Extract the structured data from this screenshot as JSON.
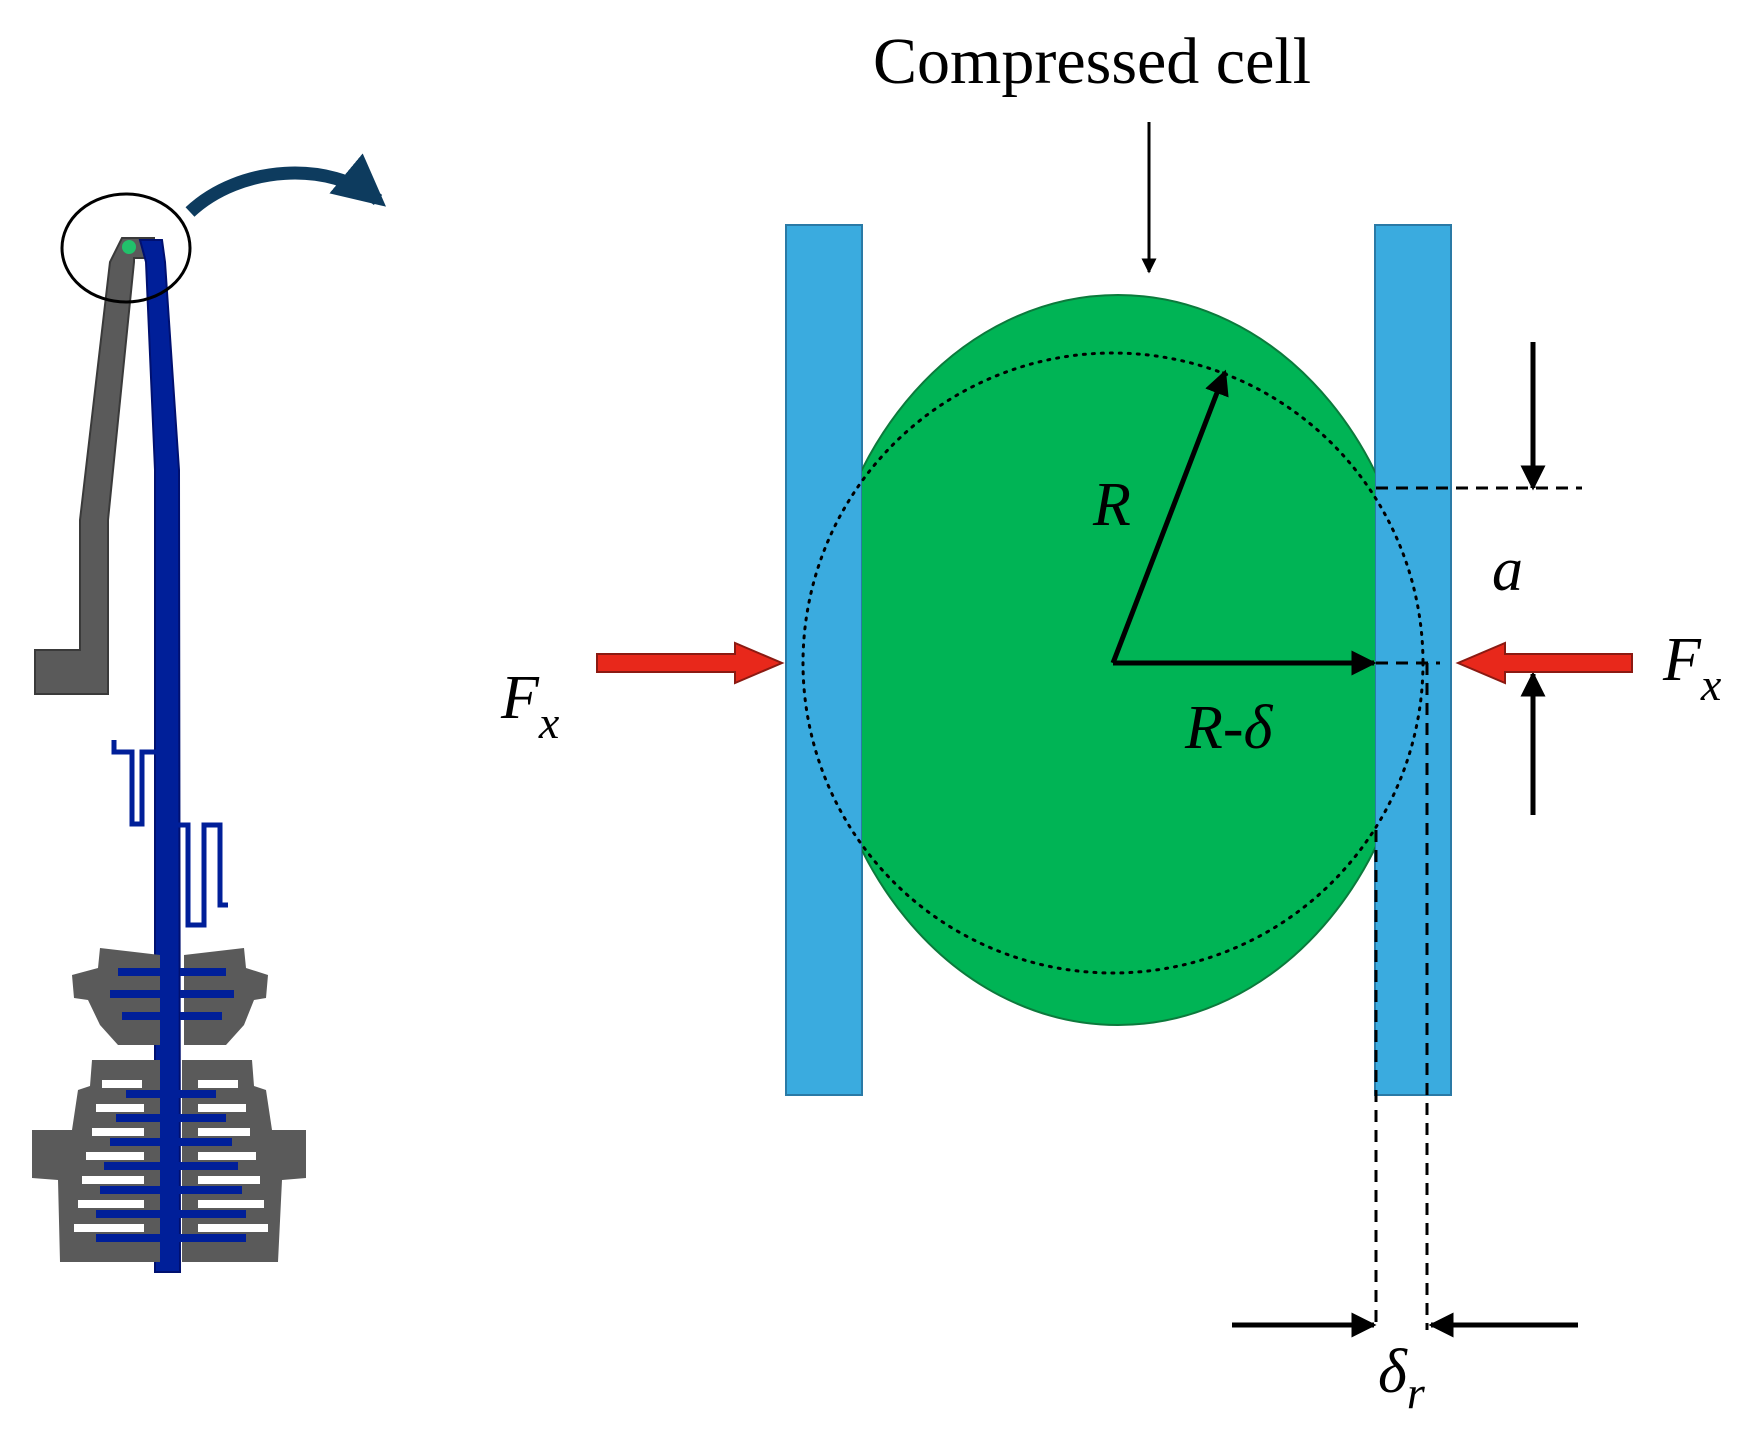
{
  "labels": {
    "title": "Compressed cell",
    "radius": "R",
    "reduced_radius": "R-δ",
    "contact_half_width": "a",
    "force_symbol": "F",
    "force_subscript": "x",
    "displacement_symbol": "δ",
    "displacement_subscript": "r"
  },
  "colors": {
    "plate": "#3aabdf",
    "cell": "#00b455",
    "force_arrow": "#e8281b",
    "gripper_gray": "#5a5a5a",
    "gripper_blue": "#001f99",
    "curved_arrow": "#0d3b5e",
    "contact_point": "#21c16b"
  }
}
